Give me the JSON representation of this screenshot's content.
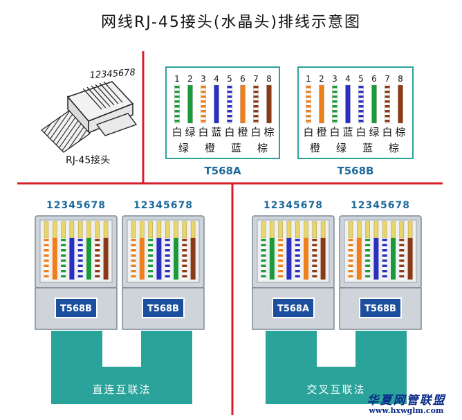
{
  "title": "网线RJ-45接头(水晶头)排线示意图",
  "plug": {
    "pin_numbers": "12345678",
    "caption": "RJ-45接头"
  },
  "standards": [
    {
      "name": "T568A",
      "pins": [
        "1",
        "2",
        "3",
        "4",
        "5",
        "6",
        "7",
        "8"
      ],
      "wires": [
        {
          "color": "#1a9a3a",
          "striped": true
        },
        {
          "color": "#1a9a3a",
          "striped": false
        },
        {
          "color": "#ee7f1b",
          "striped": true
        },
        {
          "color": "#2a2fbf",
          "striped": false
        },
        {
          "color": "#2a2fbf",
          "striped": true
        },
        {
          "color": "#ee7f1b",
          "striped": false
        },
        {
          "color": "#8a3a14",
          "striped": true
        },
        {
          "color": "#8a3a14",
          "striped": false
        }
      ],
      "top_chars": [
        "白",
        "绿",
        "白",
        "蓝",
        "白",
        "橙",
        "白",
        "棕"
      ],
      "bottom_chars": [
        "绿",
        "",
        "橙",
        "",
        "蓝",
        "",
        "棕",
        ""
      ]
    },
    {
      "name": "T568B",
      "pins": [
        "1",
        "2",
        "3",
        "4",
        "5",
        "6",
        "7",
        "8"
      ],
      "wires": [
        {
          "color": "#ee7f1b",
          "striped": true
        },
        {
          "color": "#ee7f1b",
          "striped": false
        },
        {
          "color": "#1a9a3a",
          "striped": true
        },
        {
          "color": "#2a2fbf",
          "striped": false
        },
        {
          "color": "#2a2fbf",
          "striped": true
        },
        {
          "color": "#1a9a3a",
          "striped": false
        },
        {
          "color": "#8a3a14",
          "striped": true
        },
        {
          "color": "#8a3a14",
          "striped": false
        }
      ],
      "top_chars": [
        "白",
        "橙",
        "白",
        "蓝",
        "白",
        "绿",
        "白",
        "棕"
      ],
      "bottom_chars": [
        "橙",
        "",
        "绿",
        "",
        "蓝",
        "",
        "棕",
        ""
      ]
    }
  ],
  "cables": [
    {
      "caption": "直连互联法",
      "connectors": [
        {
          "pin_numbers": "12345678",
          "label": "T568B"
        },
        {
          "pin_numbers": "12345678",
          "label": "T568B"
        }
      ]
    },
    {
      "caption": "交叉互联法",
      "connectors": [
        {
          "pin_numbers": "12345678",
          "label": "T568A"
        },
        {
          "pin_numbers": "12345678",
          "label": "T568B"
        }
      ]
    }
  ],
  "watermark": {
    "main": "华夏网管联盟",
    "url": "www.hxwglm.com"
  },
  "colors": {
    "divider": "#d81e2a",
    "title_blue": "#1f6a9a",
    "standard_box": "#2aa39a",
    "connector_body": "#cfd4da",
    "connector_border": "#7f8a96",
    "label_blue": "#1b4f9e",
    "cable_green": "#2aa39a",
    "pin_gold": "#e8d66a"
  }
}
